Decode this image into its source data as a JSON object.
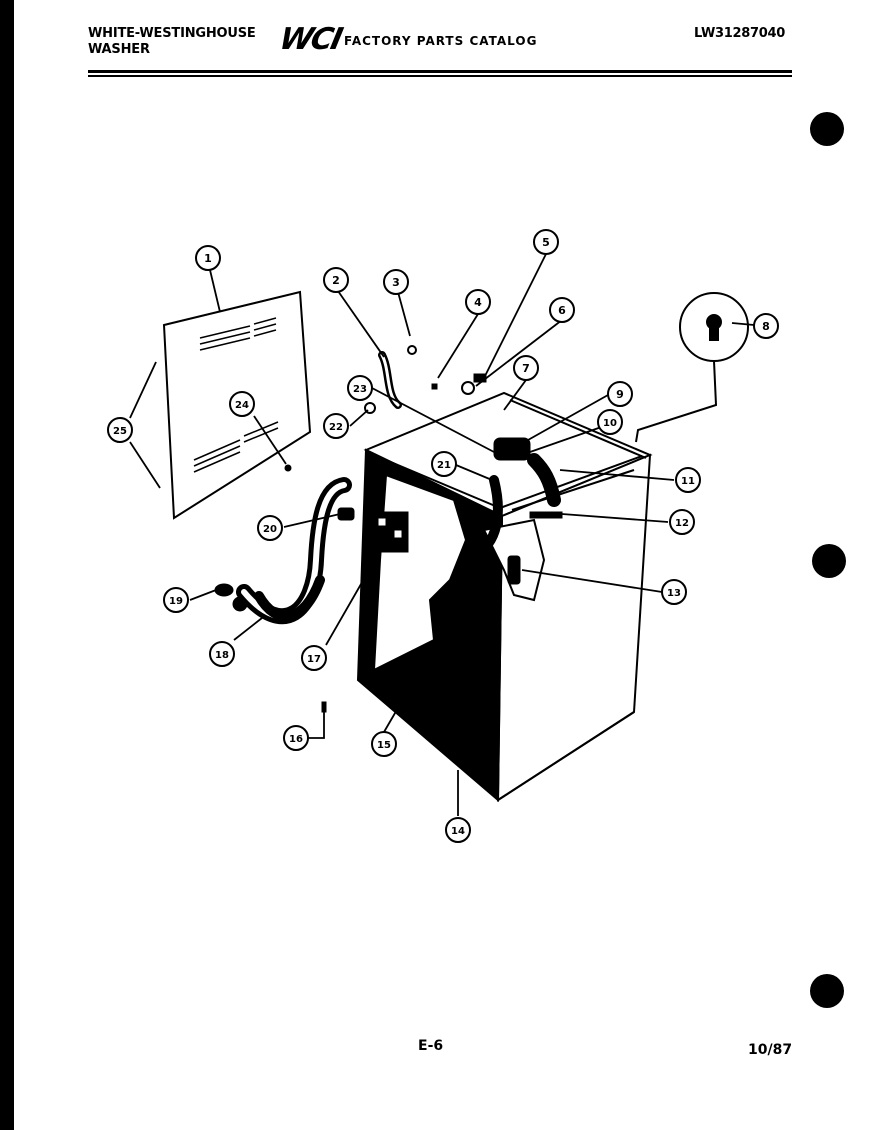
{
  "header": {
    "brand_line1": "WHITE-WESTINGHOUSE",
    "brand_line2": "WASHER",
    "logo_text": "WCI",
    "catalog_title": "FACTORY PARTS CATALOG",
    "model_number": "LW31287040"
  },
  "footer": {
    "page_number": "E-6",
    "date": "10/87"
  },
  "callouts": [
    "1",
    "2",
    "3",
    "4",
    "5",
    "6",
    "7",
    "8",
    "9",
    "10",
    "11",
    "12",
    "13",
    "14",
    "15",
    "16",
    "17",
    "18",
    "19",
    "20",
    "21",
    "22",
    "23",
    "24",
    "25"
  ],
  "colors": {
    "ink": "#000000",
    "paper": "#ffffff"
  }
}
